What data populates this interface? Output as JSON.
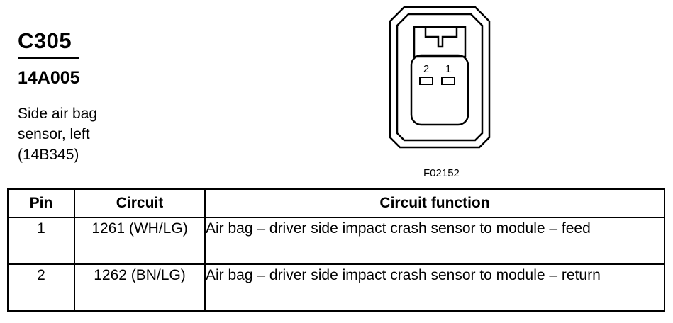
{
  "header": {
    "connector_id": "C305",
    "part_number": "14A005",
    "description": [
      "Side air bag",
      "sensor, left",
      "(14B345)"
    ]
  },
  "diagram": {
    "pin_labels": [
      "2",
      "1"
    ],
    "figure_code": "F02152"
  },
  "table": {
    "columns": [
      "Pin",
      "Circuit",
      "Circuit function"
    ],
    "rows": [
      {
        "pin": "1",
        "circuit": "1261 (WH/LG)",
        "function": "Air bag – driver side impact  crash sensor to module – feed"
      },
      {
        "pin": "2",
        "circuit": "1262 (BN/LG)",
        "function": "Air bag – driver side impact  crash sensor to module – return"
      }
    ]
  }
}
